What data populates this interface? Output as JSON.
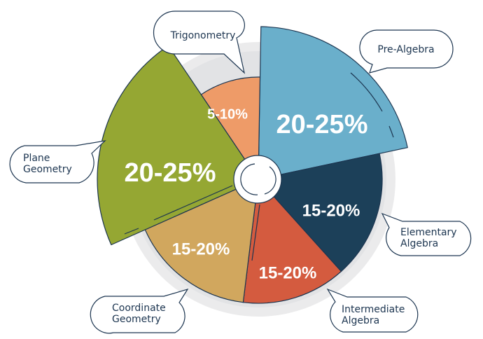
{
  "chart_data": {
    "type": "pie",
    "title": "",
    "center": [
      369,
      256
    ],
    "base_radius": 177,
    "ring_radius": 196,
    "categories": [
      "Pre-Algebra",
      "Elementary Algebra",
      "Intermediate Algebra",
      "Coordinate Geometry",
      "Plane Geometry",
      "Trigonometry"
    ],
    "value_labels": [
      "20-25%",
      "15-20%",
      "15-20%",
      "15-20%",
      "20-25%",
      "5-10%"
    ],
    "values_range": [
      [
        20,
        25
      ],
      [
        15,
        20
      ],
      [
        15,
        20
      ],
      [
        15,
        20
      ],
      [
        20,
        25
      ],
      [
        5,
        10
      ]
    ],
    "slices": [
      {
        "name": "Pre-Algebra",
        "label": "20-25%",
        "color": "#6aafcb",
        "start": -89,
        "end": -12,
        "r": 218,
        "exploded": true
      },
      {
        "name": "Elementary Algebra",
        "label": "15-20%",
        "color": "#1c4059",
        "start": -12,
        "end": 48,
        "r": 177
      },
      {
        "name": "Intermediate Algebra",
        "label": "15-20%",
        "color": "#d45b3f",
        "start": 48,
        "end": 97,
        "r": 177
      },
      {
        "name": "Coordinate Geometry",
        "label": "15-20%",
        "color": "#d1a75e",
        "start": 97,
        "end": 156,
        "r": 177
      },
      {
        "name": "Plane Geometry",
        "label": "20-25%",
        "color": "#95a733",
        "start": 156,
        "end": 236,
        "r": 230,
        "exploded": true
      },
      {
        "name": "Trigonometry",
        "label": "5-10%",
        "color": "#ee9b68",
        "start": 236,
        "end": 271,
        "r": 146
      }
    ],
    "legend_position": "callout bubbles"
  },
  "callouts": [
    {
      "lines": [
        "Trigonometry"
      ]
    },
    {
      "lines": [
        "Pre-Algebra"
      ]
    },
    {
      "lines": [
        "Plane",
        "Geometry"
      ]
    },
    {
      "lines": [
        "Elementary",
        "Algebra"
      ]
    },
    {
      "lines": [
        "Coordinate",
        "Geometry"
      ]
    },
    {
      "lines": [
        "Intermediate",
        "Algebra"
      ]
    }
  ],
  "colors": {
    "outline": "#1c3550",
    "ring": "#ebebec",
    "bubble_fill": "#ffffff"
  }
}
